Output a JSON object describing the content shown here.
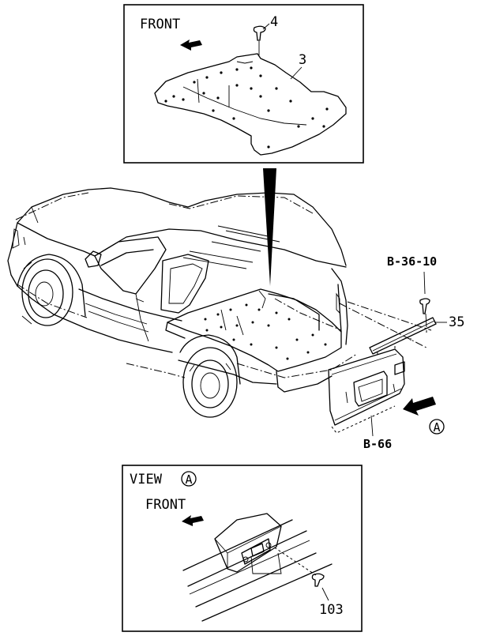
{
  "top_view": {
    "front_label": "FRONT",
    "callouts": [
      "4",
      "3"
    ]
  },
  "main_view": {
    "callouts": [
      "B-36-10",
      "35",
      "B-66"
    ],
    "view_marker": "A"
  },
  "bottom_view": {
    "view_label": "VIEW",
    "view_marker": "A",
    "front_label": "FRONT",
    "callouts": [
      "103"
    ]
  }
}
